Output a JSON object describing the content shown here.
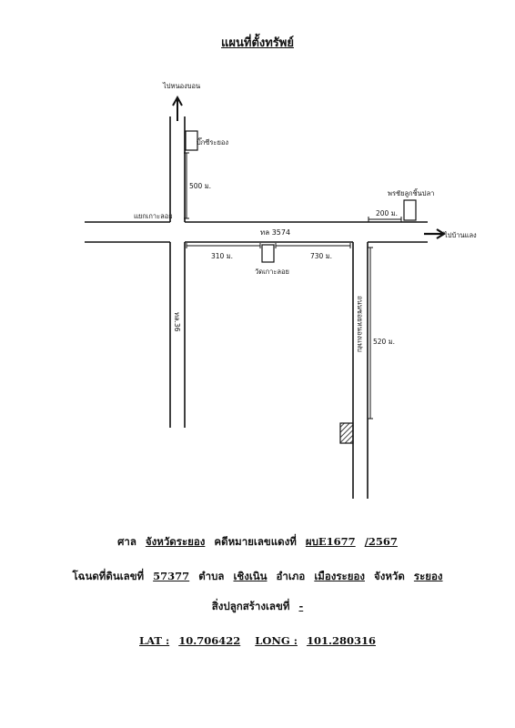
{
  "title": "แผนที่ตั้งทรัพย์",
  "map": {
    "to_nong_bon": "ไปหนองบอน",
    "big_c_rayong": "บิ๊กซีระยอง",
    "dist_500": "500 ม.",
    "ta_phayom_junction": "แยกเกาะลอย",
    "road_3574": "ทล 3574",
    "fish_shop": "พรชัยลูกชิ้นปลา",
    "dist_200": "200 ม.",
    "to_ban_laeng": "ไปบ้านแลง",
    "dist_310": "310 ม.",
    "wat_ko_loi": "วัดเกาะลอย",
    "dist_730": "730 ม.",
    "road_36": "ทล.36",
    "soi_label": "ถนนซอยหนองแฟบ",
    "dist_520": "520 ม."
  },
  "info": {
    "court_label": "ศาล",
    "court_value": "จังหวัดระยอง",
    "case_label": "คดีหมายเลขแดงที่",
    "case_no": "ผบE1677",
    "case_year": "/2567",
    "deed_label": "โฉนดที่ดินเลขที่",
    "deed_no": "57377",
    "tambon_label": "ตำบล",
    "tambon": "เชิงเนิน",
    "amphoe_label": "อำเภอ",
    "amphoe": "เมืองระยอง",
    "province_label": "จังหวัด",
    "province": "ระยอง",
    "building_label": "สิ่งปลูกสร้างเลขที่",
    "building_no": "-",
    "lat_label": "LAT :",
    "lat": "10.706422",
    "long_label": "LONG :",
    "long": "101.280316"
  }
}
